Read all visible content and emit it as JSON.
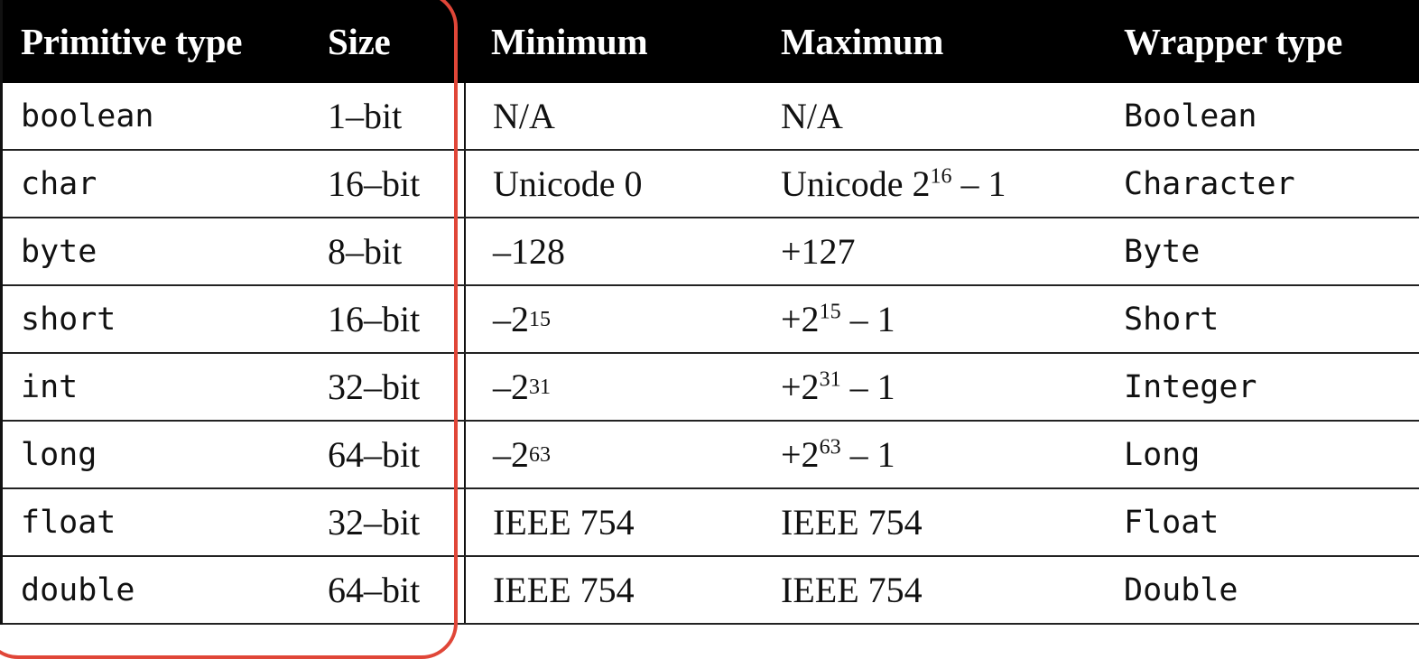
{
  "headers": {
    "primitive_type": "Primitive type",
    "size": "Size",
    "minimum": "Minimum",
    "maximum": "Maximum",
    "wrapper_type": "Wrapper type"
  },
  "rows": [
    {
      "type": "boolean",
      "size": "1–bit",
      "min": "N/A",
      "min_sup": "",
      "min_tail": "",
      "max": "N/A",
      "max_sup": "",
      "max_tail": "",
      "wrapper": "Boolean"
    },
    {
      "type": "char",
      "size": "16–bit",
      "min": "Unicode 0",
      "min_sup": "",
      "min_tail": "",
      "max": "Unicode 2",
      "max_sup": "16",
      "max_tail": " – 1",
      "wrapper": "Character"
    },
    {
      "type": "byte",
      "size": "8–bit",
      "min": "–128",
      "min_sup": "",
      "min_tail": "",
      "max": "+127",
      "max_sup": "",
      "max_tail": "",
      "wrapper": "Byte"
    },
    {
      "type": "short",
      "size": "16–bit",
      "min": "–2",
      "min_sup": "15",
      "min_tail": "",
      "max": "+2",
      "max_sup": "15",
      "max_tail": " – 1",
      "wrapper": "Short"
    },
    {
      "type": "int",
      "size": "32–bit",
      "min": "–2",
      "min_sup": "31",
      "min_tail": "",
      "max": "+2",
      "max_sup": "31",
      "max_tail": " – 1",
      "wrapper": "Integer"
    },
    {
      "type": "long",
      "size": "64–bit",
      "min": "–2",
      "min_sup": "63",
      "min_tail": "",
      "max": "+2",
      "max_sup": "63",
      "max_tail": " – 1",
      "wrapper": "Long"
    },
    {
      "type": "float",
      "size": "32–bit",
      "min": "IEEE 754",
      "min_sup": "",
      "min_tail": "",
      "max": "IEEE 754",
      "max_sup": "",
      "max_tail": "",
      "wrapper": "Float"
    },
    {
      "type": "double",
      "size": "64–bit",
      "min": "IEEE 754",
      "min_sup": "",
      "min_tail": "",
      "max": "IEEE 754",
      "max_sup": "",
      "max_tail": "",
      "wrapper": "Double"
    }
  ],
  "colors": {
    "header_bg": "#000000",
    "header_text": "#ffffff",
    "highlight": "#e04638"
  }
}
